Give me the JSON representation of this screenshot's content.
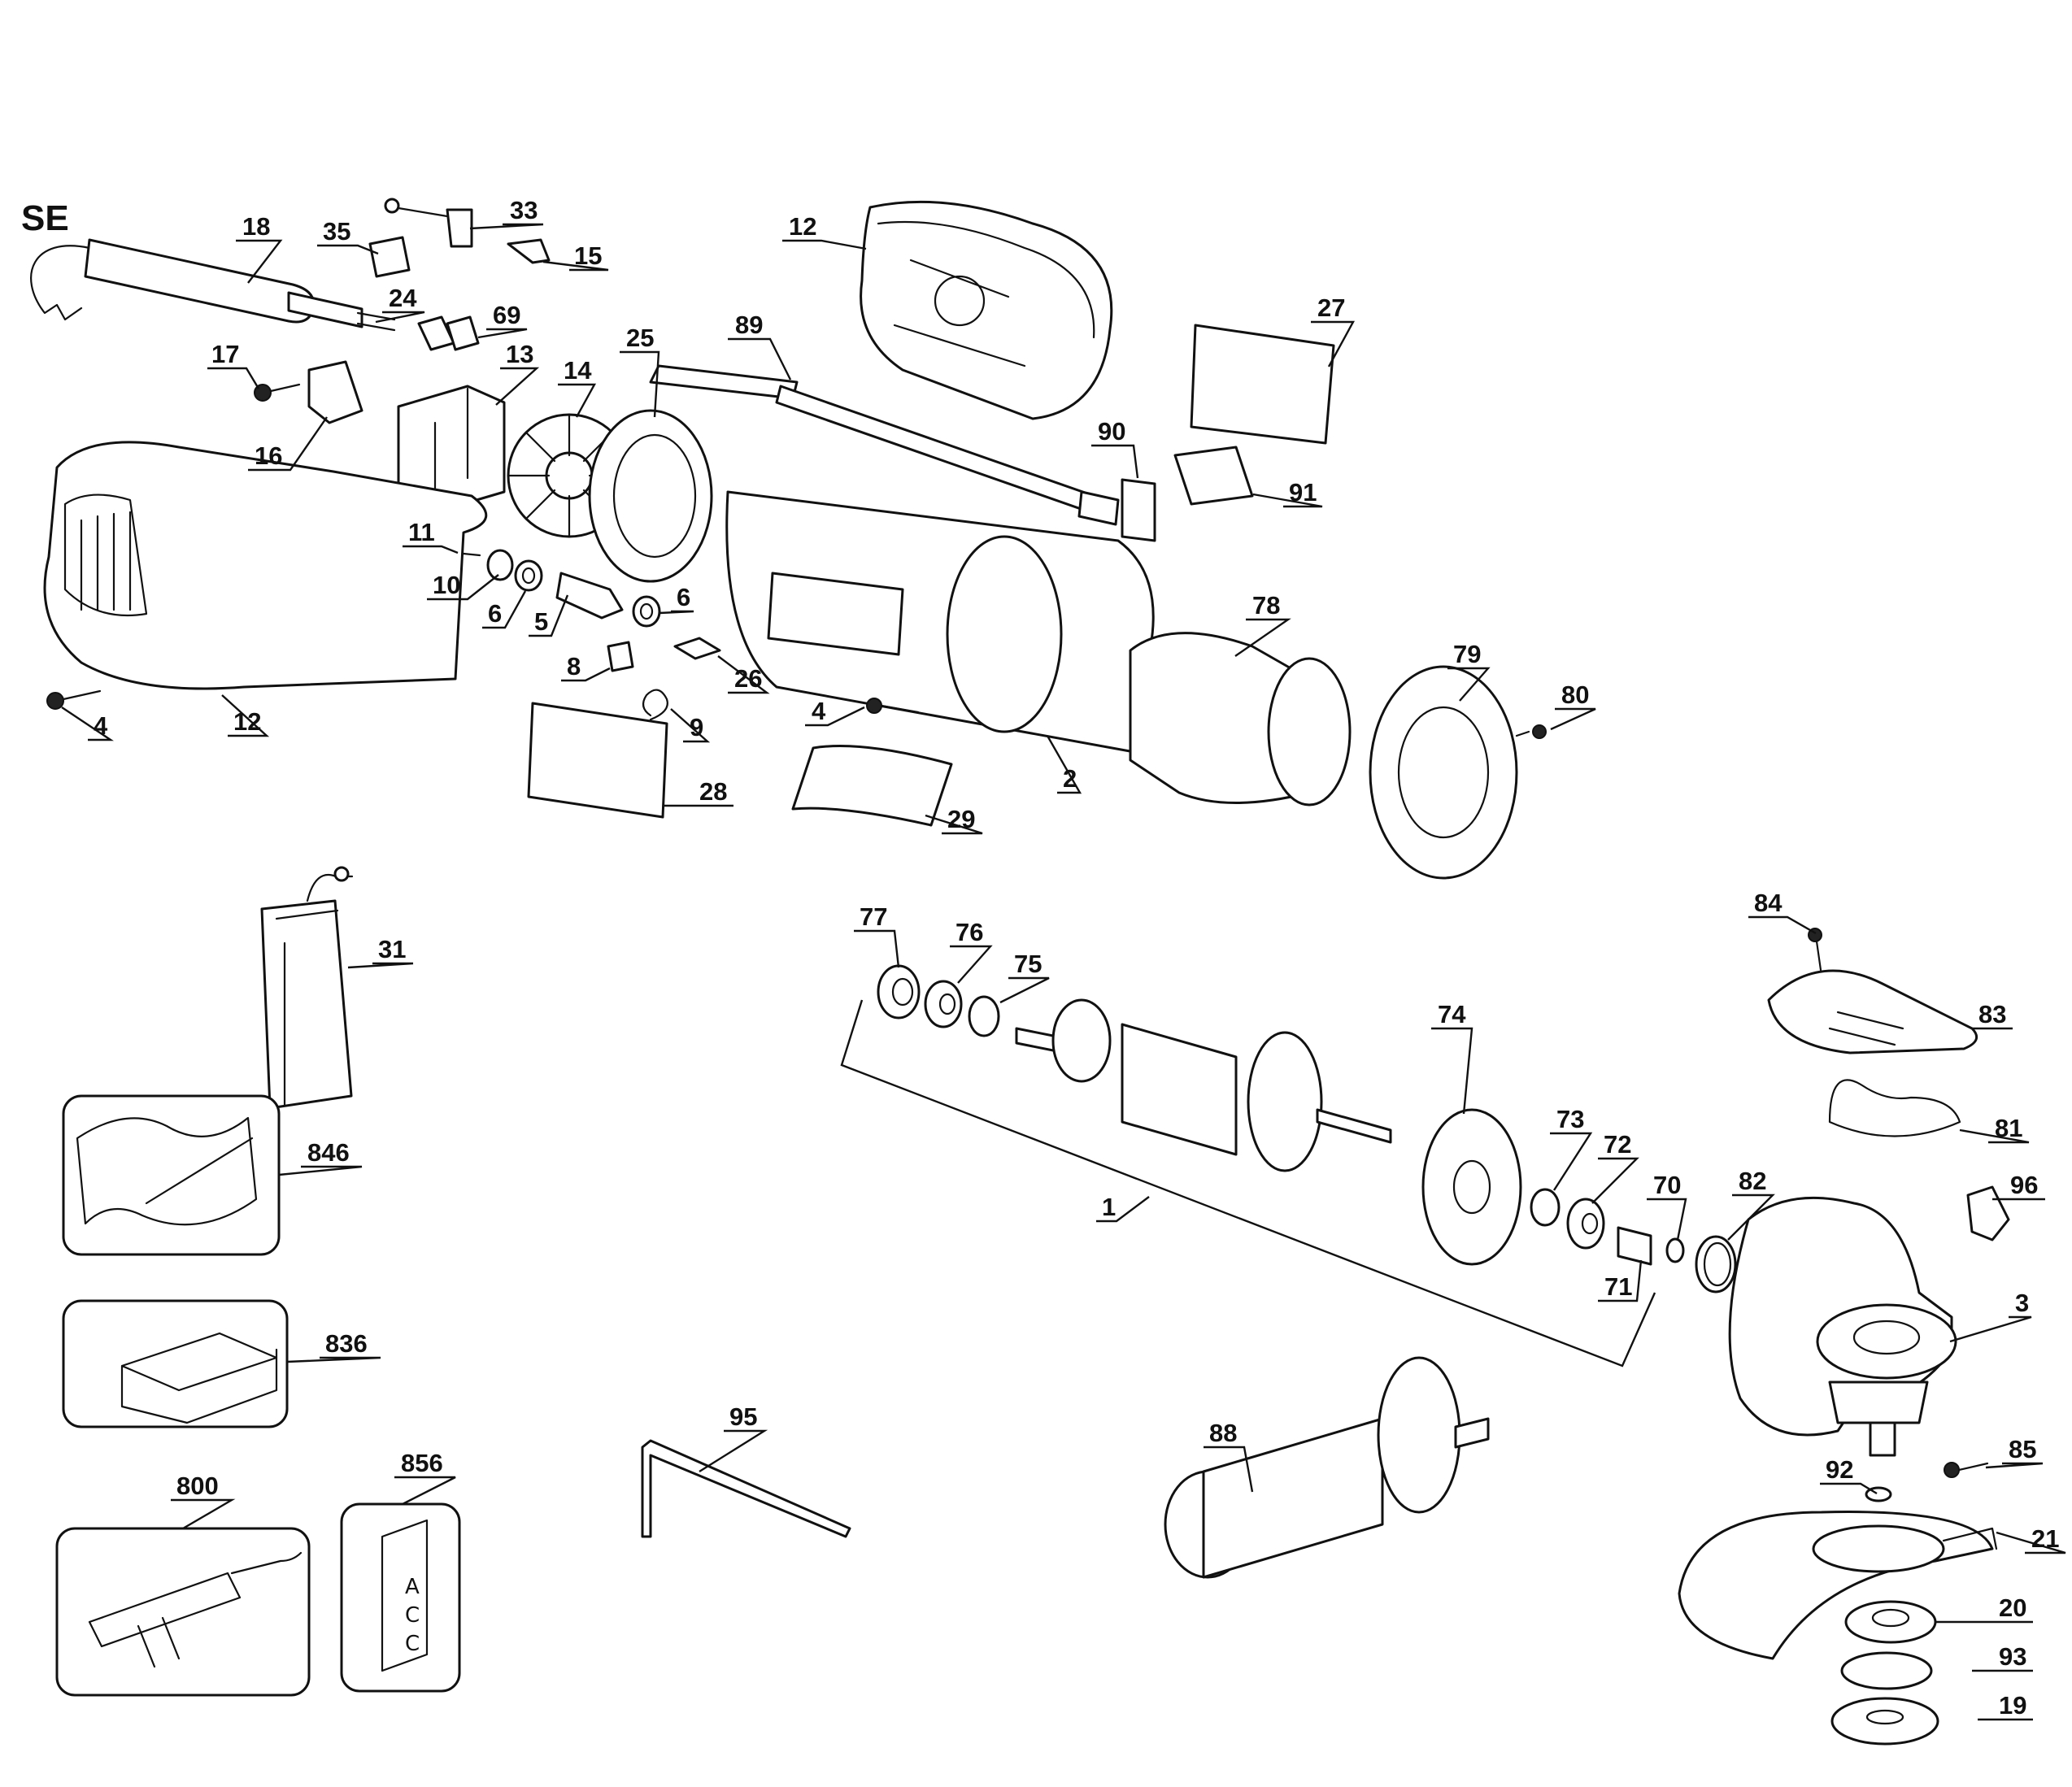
{
  "diagram": {
    "model_code": "SE",
    "callouts": {
      "c18": "18",
      "c33": "33",
      "c35": "35",
      "c15": "15",
      "c24": "24",
      "c69": "69",
      "c17": "17",
      "c13": "13",
      "c14": "14",
      "c25": "25",
      "c89": "89",
      "c12a": "12",
      "c27": "27",
      "c16": "16",
      "c90": "90",
      "c91": "91",
      "c11": "11",
      "c10": "10",
      "c6a": "6",
      "c5": "5",
      "c6b": "6",
      "c8": "8",
      "c26": "26",
      "c9": "9",
      "c78": "78",
      "c79": "79",
      "c80": "80",
      "c4a": "4",
      "c12b": "12",
      "c4b": "4",
      "c2": "2",
      "c28": "28",
      "c29": "29",
      "c31": "31",
      "c77": "77",
      "c76": "76",
      "c75": "75",
      "c84": "84",
      "c83": "83",
      "c74": "74",
      "c81": "81",
      "c73": "73",
      "c72": "72",
      "c846": "846",
      "c70": "70",
      "c82": "82",
      "c96": "96",
      "c1": "1",
      "c71": "71",
      "c3": "3",
      "c836": "836",
      "c95": "95",
      "c88": "88",
      "c85": "85",
      "c800": "800",
      "c856": "856",
      "c92": "92",
      "c21": "21",
      "c20": "20",
      "c93": "93",
      "c19": "19"
    },
    "acc_label": [
      "A",
      "C",
      "C"
    ]
  }
}
